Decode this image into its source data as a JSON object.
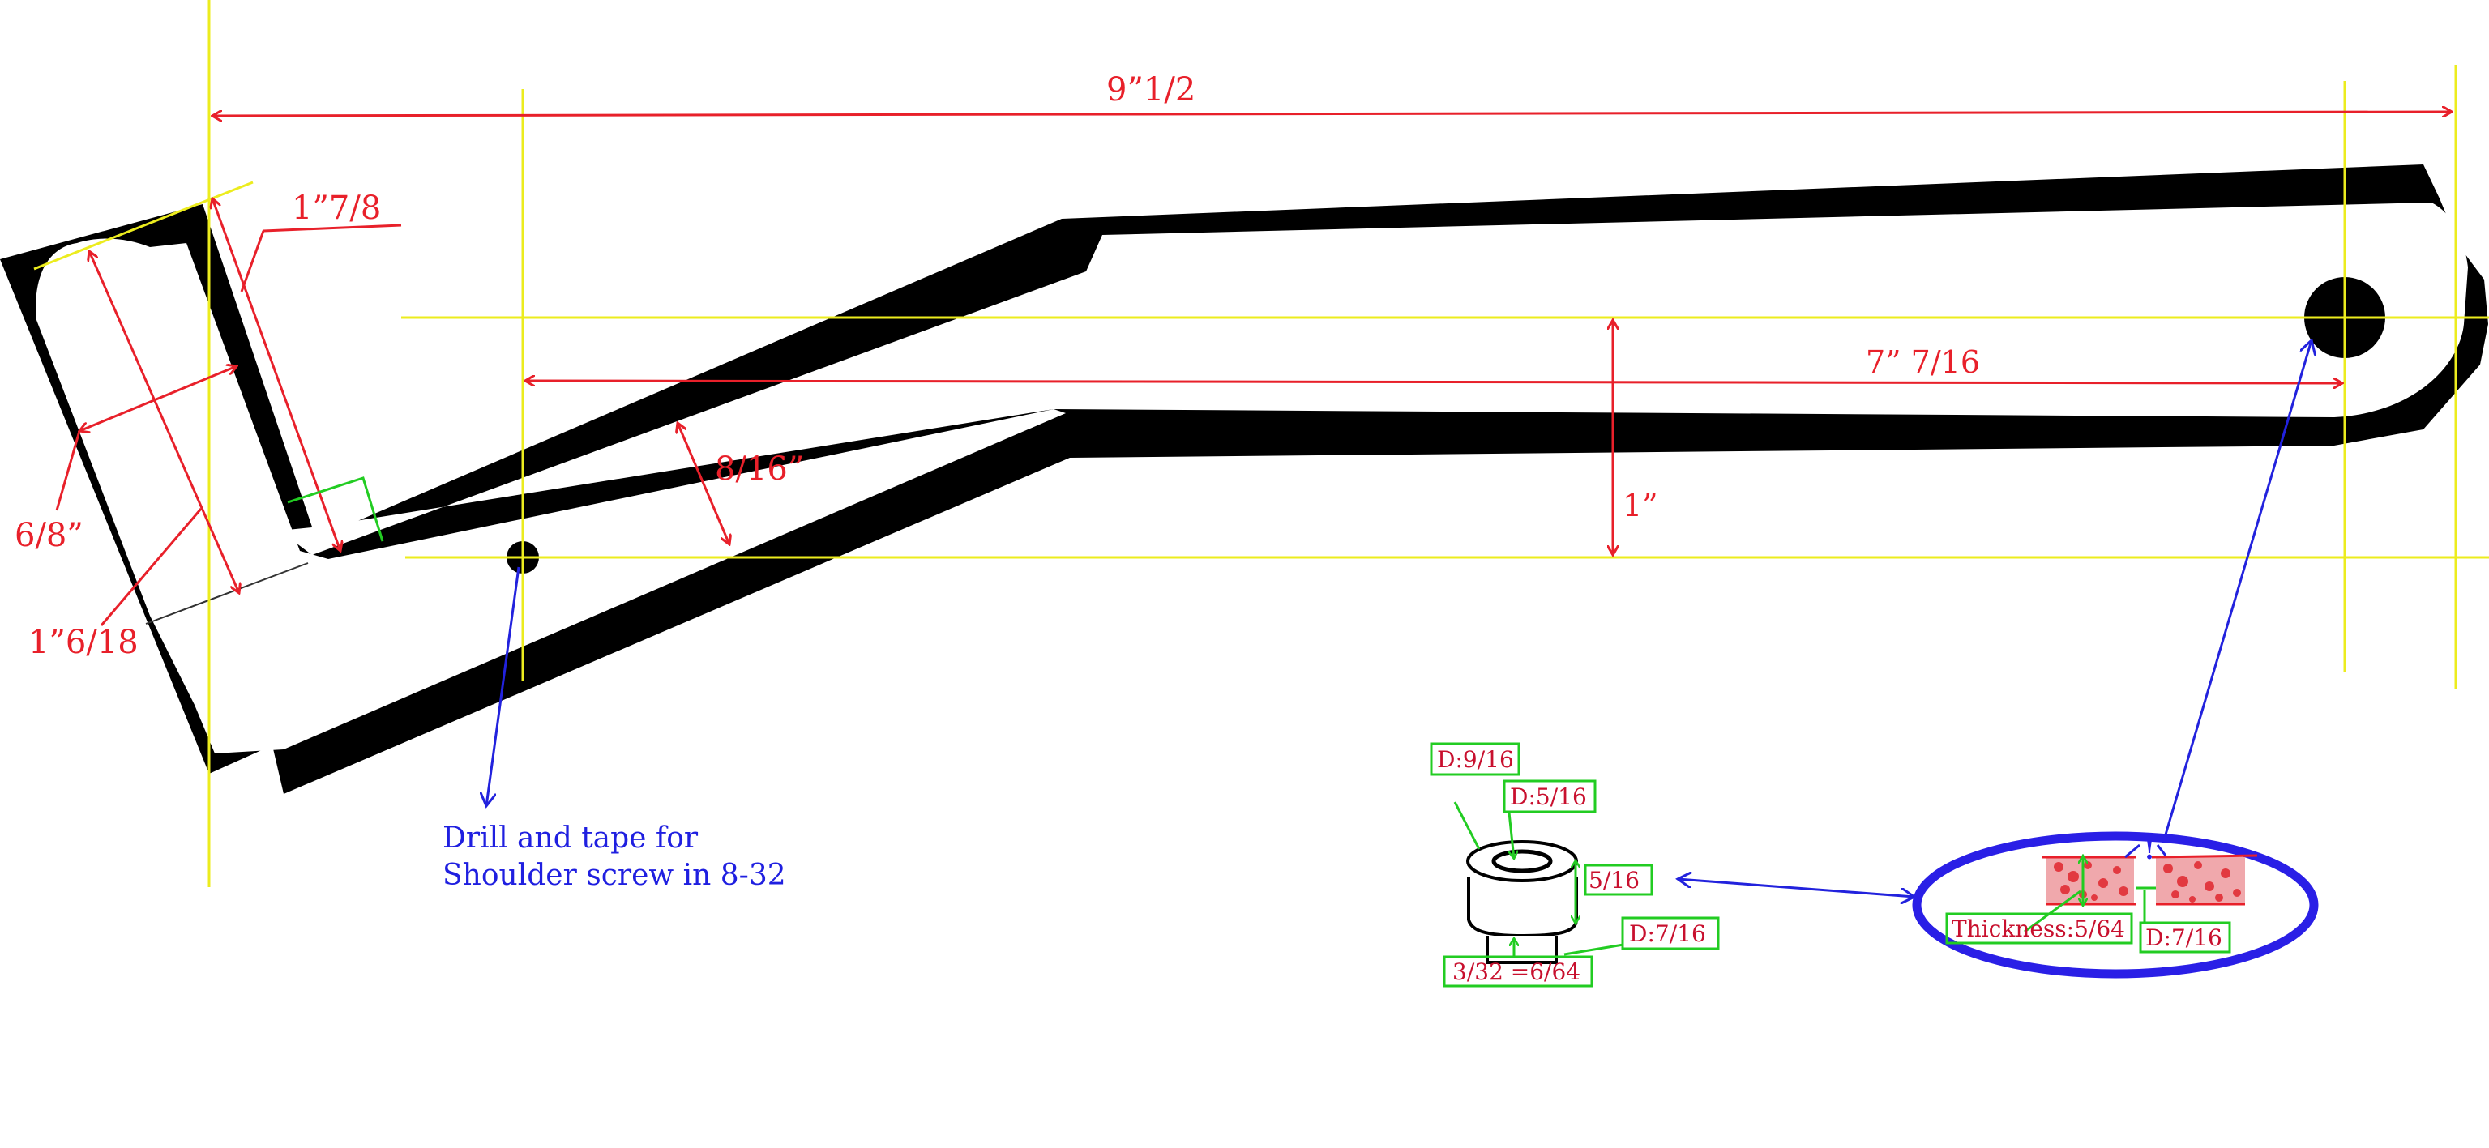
{
  "colors": {
    "part": "#000000",
    "dimension": "#e8202a",
    "guide": "#ecec1e",
    "callout": "#1f1fe0",
    "tag_box": "#22cc22"
  },
  "dimensions": {
    "overall_length": "9”1/2",
    "slot_length": "1”7/8",
    "slot_width": "6/8”",
    "slot_depth": "1”6/18",
    "arm_width": "8/16”",
    "center_span": "7” 7/16",
    "arm_height": "1”"
  },
  "note": {
    "line1": "Drill and tape for",
    "line2": "Shoulder screw in 8-32"
  },
  "bushing": {
    "outer_diameter": "D:9/16",
    "inner_diameter": "D:5/16",
    "height": "5/16",
    "shoulder_diameter": "D:7/16",
    "shoulder_height": "3/32 =6/64"
  },
  "section": {
    "thickness": "Thickness:5/64",
    "diameter": "D:7/16",
    "mark": "!"
  }
}
